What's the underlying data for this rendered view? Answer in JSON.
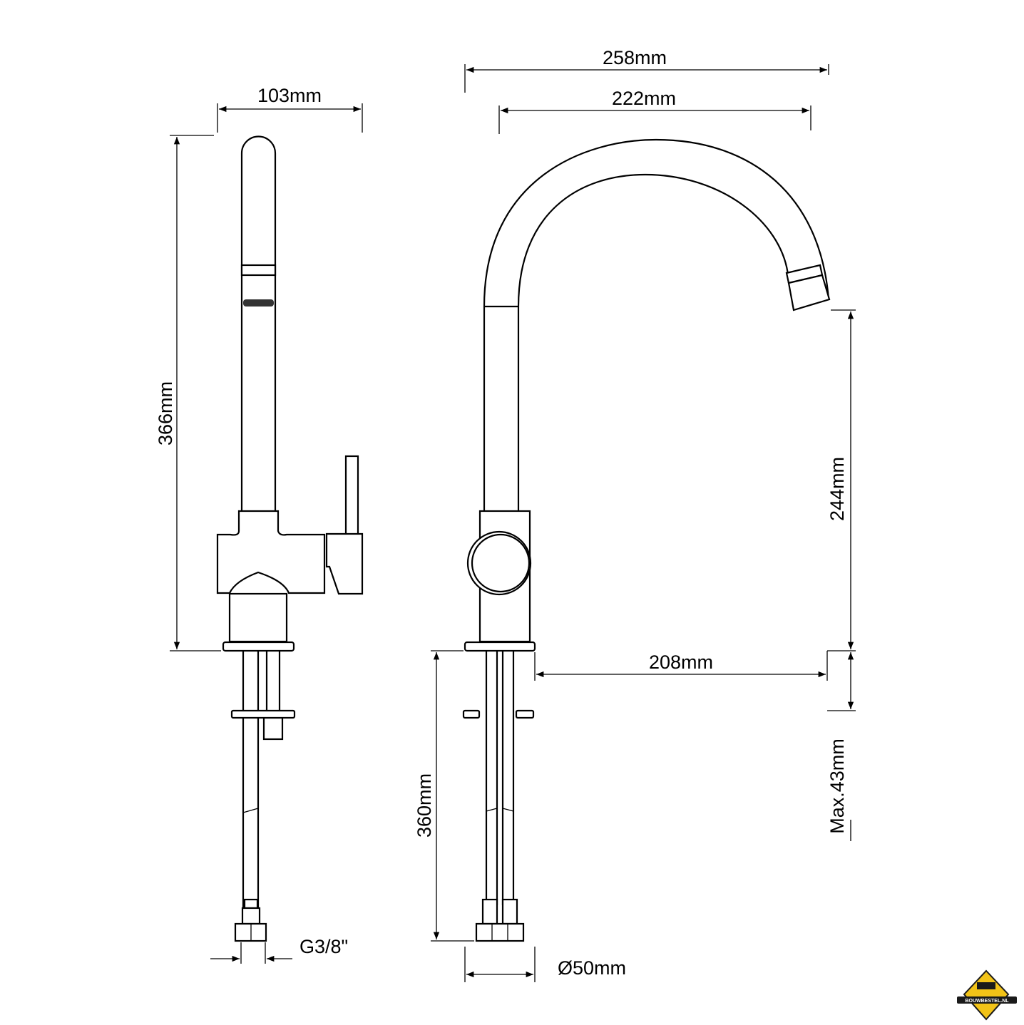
{
  "side_view": {
    "width_label": "103mm",
    "height_label": "366mm",
    "connection_label": "G3/8\""
  },
  "front_view": {
    "overall_reach_label": "258mm",
    "spout_reach_label": "222mm",
    "spout_height_label": "244mm",
    "base_to_spout_label": "208mm",
    "hose_length_label": "360mm",
    "max_counter_label": "Max.43mm",
    "base_diameter_label": "Ø50mm"
  },
  "logo": {
    "text": "BOUWBESTEL.NL",
    "colors": {
      "yellow": "#f2c318",
      "black": "#1a1a1a"
    }
  }
}
